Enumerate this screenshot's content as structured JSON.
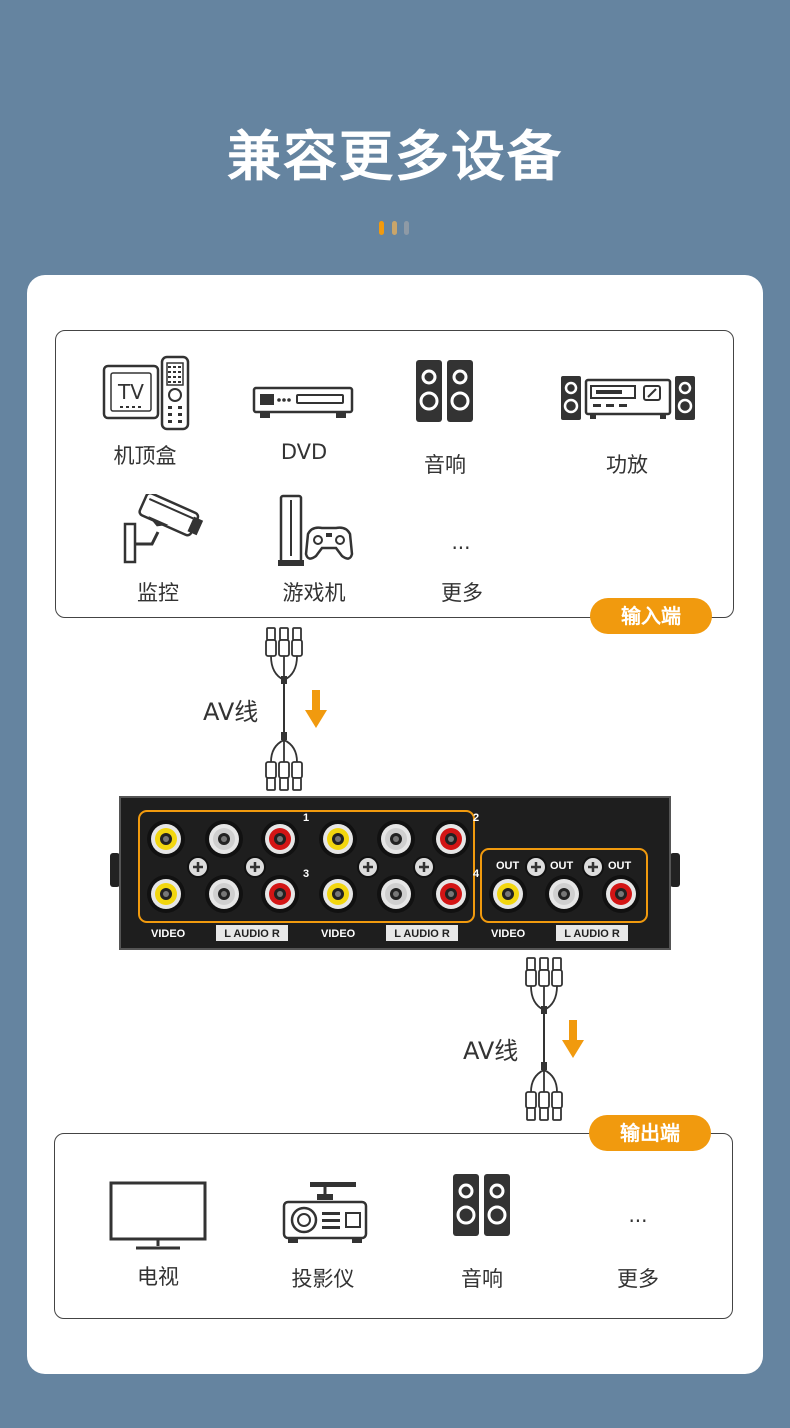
{
  "title": "兼容更多设备",
  "colors": {
    "background": "#6584a0",
    "card": "#ffffff",
    "accent": "#f19a0e"
  },
  "input_section": {
    "badge": "输入端",
    "devices": [
      {
        "label": "机顶盒",
        "icon": "set-top-box-icon"
      },
      {
        "label": "DVD",
        "icon": "dvd-player-icon"
      },
      {
        "label": "音响",
        "icon": "speaker-icon"
      },
      {
        "label": "功放",
        "icon": "amplifier-icon"
      },
      {
        "label": "监控",
        "icon": "security-camera-icon"
      },
      {
        "label": "游戏机",
        "icon": "game-console-icon"
      },
      {
        "label": "更多",
        "icon": "more-icon"
      }
    ],
    "more_glyph": "..."
  },
  "cable_label": "AV线",
  "device": {
    "tv_text": "TV",
    "input_markers": [
      "1",
      "2",
      "3",
      "4"
    ],
    "out_label": "OUT",
    "video_label": "VIDEO",
    "audio_label": "L  AUDIO  R"
  },
  "output_section": {
    "badge": "输出端",
    "devices": [
      {
        "label": "电视",
        "icon": "tv-icon"
      },
      {
        "label": "投影仪",
        "icon": "projector-icon"
      },
      {
        "label": "音响",
        "icon": "speaker-icon"
      },
      {
        "label": "更多",
        "icon": "more-icon"
      }
    ],
    "more_glyph": "..."
  }
}
